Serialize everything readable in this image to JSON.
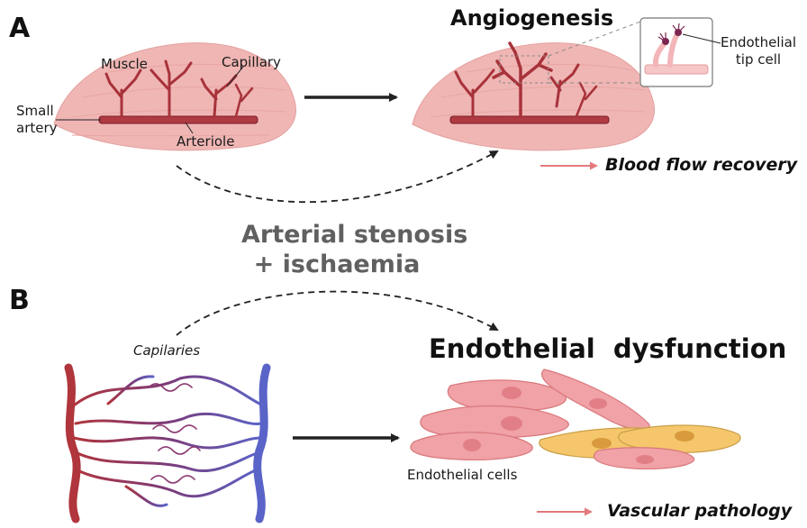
{
  "panelA": {
    "label": "A",
    "title": "Angiogenesis",
    "muscle_label": "Muscle",
    "capillary_label": "Capillary",
    "small_artery_label": "Small\nartery",
    "arteriole_label": "Arteriole",
    "tip_cell_label": "Endothelial\ntip cell",
    "outcome": "Blood flow recovery"
  },
  "center": {
    "line1": "Arterial stenosis",
    "line2": "+ ischaemia"
  },
  "panelB": {
    "label": "B",
    "title": "Endothelial  dysfunction",
    "capillaries_label": "Capilaries",
    "cells_label": "Endothelial cells",
    "outcome": "Vascular pathology"
  },
  "colors": {
    "muscle": "#efb6b4",
    "vessel": "#a8323a",
    "vein": "#5a63c8",
    "cell": "#f0a2a6",
    "dysfunctional_cell": "#f5c66b",
    "outcome_arrow": "#e27a7c"
  }
}
